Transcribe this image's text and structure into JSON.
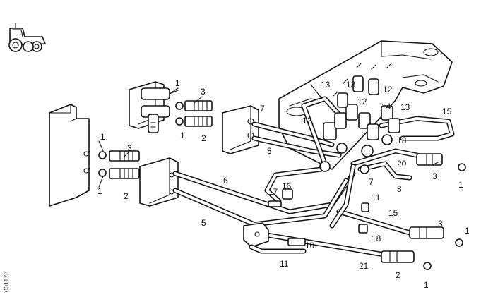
{
  "figure": {
    "reference_code": "031178",
    "icon": "tractor-icon"
  },
  "callouts": [
    {
      "id": "c1a",
      "text": "1"
    },
    {
      "id": "c3a",
      "text": "3"
    },
    {
      "id": "c1b",
      "text": "1"
    },
    {
      "id": "c2a",
      "text": "2"
    },
    {
      "id": "c7a",
      "text": "7"
    },
    {
      "id": "c8a",
      "text": "8"
    },
    {
      "id": "c1c",
      "text": "1"
    },
    {
      "id": "c3b",
      "text": "3"
    },
    {
      "id": "c1d",
      "text": "1"
    },
    {
      "id": "c2b",
      "text": "2"
    },
    {
      "id": "c6",
      "text": "6"
    },
    {
      "id": "c5",
      "text": "5"
    },
    {
      "id": "c13a",
      "text": "13"
    },
    {
      "id": "c13b",
      "text": "13"
    },
    {
      "id": "c12a",
      "text": "12"
    },
    {
      "id": "c12b",
      "text": "12"
    },
    {
      "id": "c14",
      "text": "14"
    },
    {
      "id": "c13c",
      "text": "13"
    },
    {
      "id": "c15a",
      "text": "15"
    },
    {
      "id": "c12c",
      "text": "12"
    },
    {
      "id": "c13d",
      "text": "13"
    },
    {
      "id": "c20",
      "text": "20"
    },
    {
      "id": "c3c",
      "text": "3"
    },
    {
      "id": "c1e",
      "text": "1"
    },
    {
      "id": "c7b",
      "text": "7"
    },
    {
      "id": "c8b",
      "text": "8"
    },
    {
      "id": "c11a",
      "text": "11"
    },
    {
      "id": "c17",
      "text": "17"
    },
    {
      "id": "c16",
      "text": "16"
    },
    {
      "id": "c15b",
      "text": "15"
    },
    {
      "id": "c3d",
      "text": "3"
    },
    {
      "id": "c1f",
      "text": "1"
    },
    {
      "id": "c18",
      "text": "18"
    },
    {
      "id": "c10",
      "text": "10"
    },
    {
      "id": "c11b",
      "text": "11"
    },
    {
      "id": "c21",
      "text": "21"
    },
    {
      "id": "c2c",
      "text": "2"
    },
    {
      "id": "c1g",
      "text": "1"
    }
  ]
}
